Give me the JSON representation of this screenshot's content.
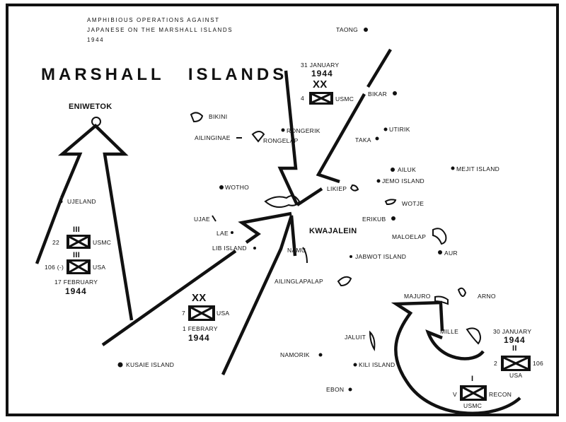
{
  "title": {
    "line1": "AMPHIBIOUS OPERATIONS AGAINST",
    "line2": "JAPANESE ON THE MARSHALL ISLANDS",
    "line3": "1944"
  },
  "heading": "MARSHALL ISLANDS",
  "places": {
    "eniwetok": "ENIWETOK",
    "kwajalein": "KWAJALEIN",
    "taong": "TAONG",
    "bikini": "BIKINI",
    "ailinginae": "AILINGINAE",
    "rongelap": "RONGELAP",
    "rongerik": "RONGERIK",
    "bikar": "BIKAR",
    "utirik": "UTIRIK",
    "taka": "TAKA",
    "ailuk": "AILUK",
    "mejit": "MEJIT ISLAND",
    "jemo": "JEMO ISLAND",
    "likiep": "LIKIEP",
    "wotho": "WOTHO",
    "ujeland": "UJELAND",
    "wotje": "WOTJE",
    "ujae": "UJAE",
    "erikub": "ERIKUB",
    "lae": "LAE",
    "maloelap": "MALOELAP",
    "lib": "LIB ISLAND",
    "namu": "NAMU",
    "jabwot": "JABWOT ISLAND",
    "aur": "AUR",
    "ailinglapalap": "AILINGLAPALAP",
    "majuro": "MAJURO",
    "arno": "ARNO",
    "mille": "MILLE",
    "jaluit": "JALUIT",
    "namorik": "NAMORIK",
    "kili": "KILI ISLAND",
    "kusaie": "KUSAIE ISLAND",
    "ebon": "EBON"
  },
  "units": {
    "kwaj": {
      "date": "31 JANUARY",
      "year": "1944",
      "echelon": "XX",
      "number": "4",
      "service": "USMC"
    },
    "eniwetok_a": {
      "echelon": "III",
      "number": "22",
      "service": "USMC"
    },
    "eniwetok_b": {
      "echelon": "III",
      "number": "106 (-)",
      "service": "USA",
      "date": "17 FEBRUARY",
      "year": "1944"
    },
    "south_kwaj": {
      "echelon": "XX",
      "number": "7",
      "service": "USA",
      "date": "1 FEBRARY",
      "year": "1944"
    },
    "majuro_a": {
      "date": "30 JANUARY",
      "year": "1944",
      "echelon": "II",
      "number": "2",
      "parent": "106",
      "service": "USA"
    },
    "majuro_b": {
      "echelon": "I",
      "number": "V",
      "parent": "RECON",
      "service": "USMC"
    }
  }
}
